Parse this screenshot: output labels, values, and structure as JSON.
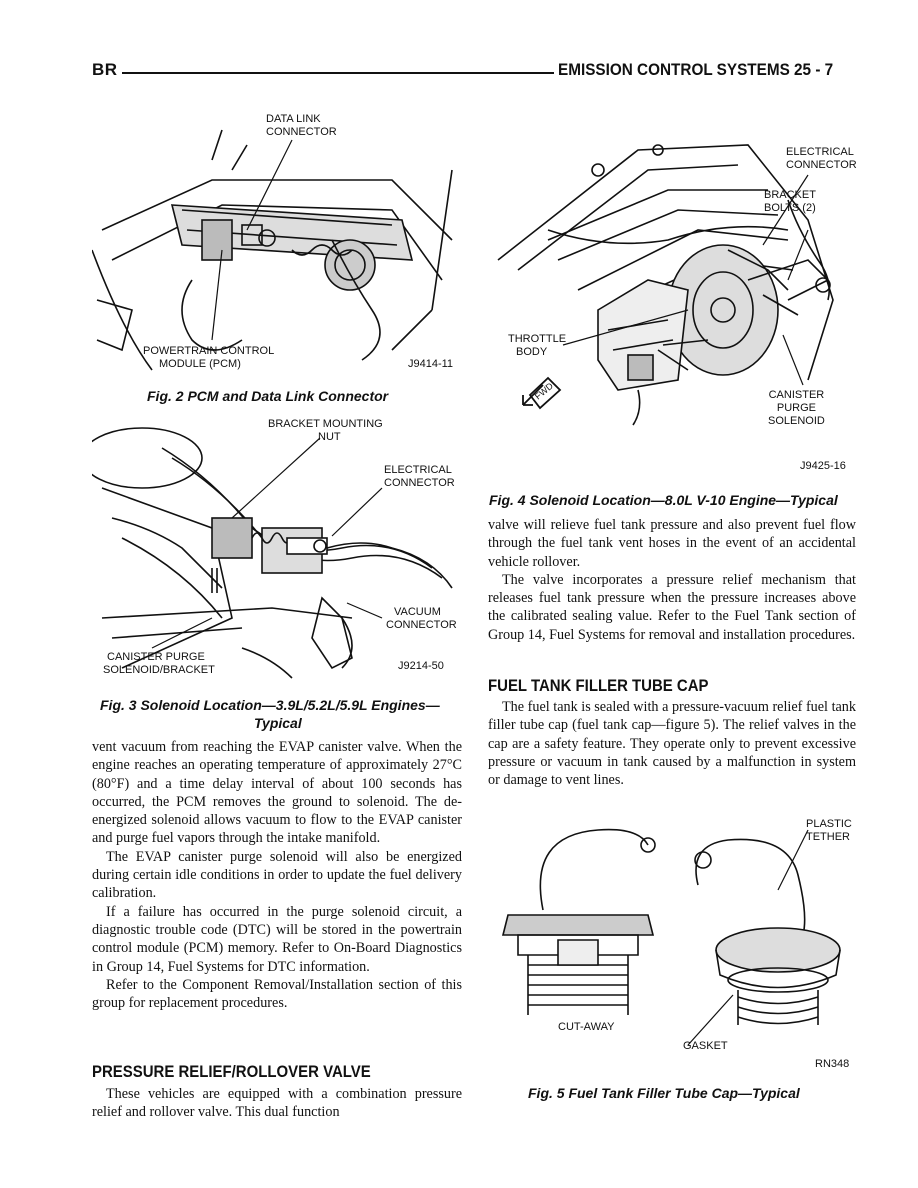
{
  "header": {
    "left": "BR",
    "right": "EMISSION CONTROL SYSTEMS   25 - 7"
  },
  "fig2": {
    "labels": {
      "data_link": "DATA LINK",
      "connector": "CONNECTOR",
      "pcm1": "POWERTRAIN CONTROL",
      "pcm2": "MODULE (PCM)",
      "code": "J9414-11"
    },
    "caption": "Fig. 2 PCM and Data Link Connector"
  },
  "fig3": {
    "labels": {
      "bracket1": "BRACKET MOUNTING",
      "bracket2": "NUT",
      "elec1": "ELECTRICAL",
      "elec2": "CONNECTOR",
      "vac1": "VACUUM",
      "vac2": "CONNECTOR",
      "can1": "CANISTER PURGE",
      "can2": "SOLENOID/BRACKET",
      "code": "J9214-50"
    },
    "caption1": "Fig. 3 Solenoid Location—3.9L/5.2L/5.9L Engines—",
    "caption2": "Typical"
  },
  "fig4": {
    "labels": {
      "elec1": "ELECTRICAL",
      "elec2": "CONNECTOR",
      "bracket1": "BRACKET",
      "bracket2": "BOLTS (2)",
      "throttle1": "THROTTLE",
      "throttle2": "BODY",
      "fwd": "FWD",
      "can1": "CANISTER",
      "can2": "PURGE",
      "can3": "SOLENOID",
      "code": "J9425-16"
    },
    "caption": "Fig. 4 Solenoid Location—8.0L V-10 Engine—Typical"
  },
  "fig5": {
    "labels": {
      "plastic1": "PLASTIC",
      "plastic2": "TETHER",
      "cutaway": "CUT-AWAY",
      "gasket": "GASKET",
      "code": "RN348"
    },
    "caption": "Fig. 5 Fuel Tank Filler Tube Cap—Typical"
  },
  "left_col": {
    "para1": "vent vacuum from reaching the EVAP canister valve. When the engine reaches an operating temperature of approximately 27°C (80°F) and a time delay interval of about 100 seconds has occurred, the PCM removes the ground to solenoid. The de-energized solenoid allows vacuum to flow to the EVAP canister and purge fuel vapors through the intake manifold.",
    "para2": "The EVAP canister purge solenoid will also be energized during certain idle conditions in order to update the fuel delivery calibration.",
    "para3": "If a failure has occurred in the purge solenoid circuit, a diagnostic trouble code (DTC) will be stored in the powertrain control module (PCM) memory. Refer to On-Board Diagnostics in Group 14, Fuel Systems for DTC information.",
    "para4": "Refer to the Component Removal/Installation section of this group for replacement procedures.",
    "heading": "PRESSURE RELIEF/ROLLOVER VALVE",
    "para5": "These vehicles are equipped with a combination pressure relief and rollover valve. This dual function"
  },
  "right_col": {
    "para1": "valve will relieve fuel tank pressure and also prevent fuel flow through the fuel tank vent hoses in the event of an accidental vehicle rollover.",
    "para2": "The valve incorporates a pressure relief mechanism that releases fuel tank pressure when the pressure increases above the calibrated sealing value. Refer to the Fuel Tank section of Group 14, Fuel Systems for removal and installation procedures.",
    "heading": "FUEL TANK FILLER TUBE CAP",
    "para3": "The fuel tank is sealed with a pressure-vacuum relief fuel tank filler tube cap (fuel tank cap—figure 5). The relief valves in the cap are a safety feature. They operate only to prevent excessive pressure or vacuum in tank caused by a malfunction in system or damage to vent lines."
  }
}
